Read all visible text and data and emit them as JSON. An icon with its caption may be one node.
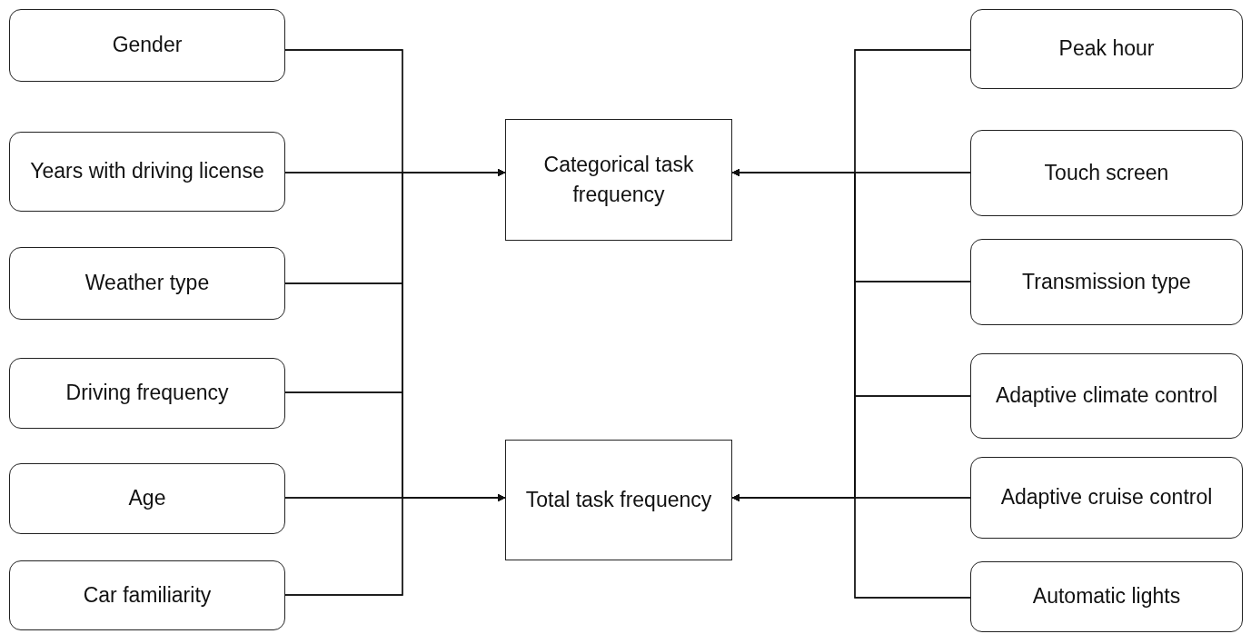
{
  "diagram": {
    "nodes": [
      {
        "text": [
          "Gender"
        ]
      },
      {
        "text": [
          "Years with driving license"
        ]
      },
      {
        "text": [
          "Weather type"
        ]
      },
      {
        "text": [
          "Driving frequency"
        ]
      },
      {
        "text": [
          "Age"
        ]
      },
      {
        "text": [
          "Car familiarity"
        ]
      },
      {
        "text": [
          "Categorical task frequency"
        ]
      },
      {
        "text": [
          "Total task frequency"
        ]
      },
      {
        "text": [
          "Peak hour"
        ]
      },
      {
        "text": [
          "Touch screen"
        ]
      },
      {
        "text": [
          "Transmission type"
        ]
      },
      {
        "text": [
          "Adaptive climate control"
        ]
      },
      {
        "text": [
          "Adaptive cruise control"
        ]
      },
      {
        "text": [
          "Automatic lights"
        ]
      }
    ],
    "edges": [
      {
        "from": 0,
        "to": 6,
        "arrow": "to"
      },
      {
        "from": 1,
        "to": 6,
        "arrow": "to"
      },
      {
        "from": 2,
        "to": 6,
        "arrow": "to"
      },
      {
        "from": 3,
        "to": 6,
        "arrow": "to"
      },
      {
        "from": 4,
        "to": 6,
        "arrow": "to"
      },
      {
        "from": 5,
        "to": 6,
        "arrow": "to"
      },
      {
        "from": 0,
        "to": 7,
        "arrow": "to"
      },
      {
        "from": 1,
        "to": 7,
        "arrow": "to"
      },
      {
        "from": 2,
        "to": 7,
        "arrow": "to"
      },
      {
        "from": 3,
        "to": 7,
        "arrow": "to"
      },
      {
        "from": 4,
        "to": 7,
        "arrow": "to"
      },
      {
        "from": 5,
        "to": 7,
        "arrow": "to"
      },
      {
        "from": 8,
        "to": 6,
        "arrow": "to"
      },
      {
        "from": 9,
        "to": 6,
        "arrow": "to"
      },
      {
        "from": 10,
        "to": 6,
        "arrow": "to"
      },
      {
        "from": 11,
        "to": 6,
        "arrow": "to"
      },
      {
        "from": 12,
        "to": 6,
        "arrow": "to"
      },
      {
        "from": 13,
        "to": 6,
        "arrow": "to"
      },
      {
        "from": 8,
        "to": 7,
        "arrow": "to"
      },
      {
        "from": 9,
        "to": 7,
        "arrow": "to"
      },
      {
        "from": 10,
        "to": 7,
        "arrow": "to"
      },
      {
        "from": 11,
        "to": 7,
        "arrow": "to"
      },
      {
        "from": 12,
        "to": 7,
        "arrow": "to"
      },
      {
        "from": 13,
        "to": 7,
        "arrow": "to"
      }
    ]
  }
}
